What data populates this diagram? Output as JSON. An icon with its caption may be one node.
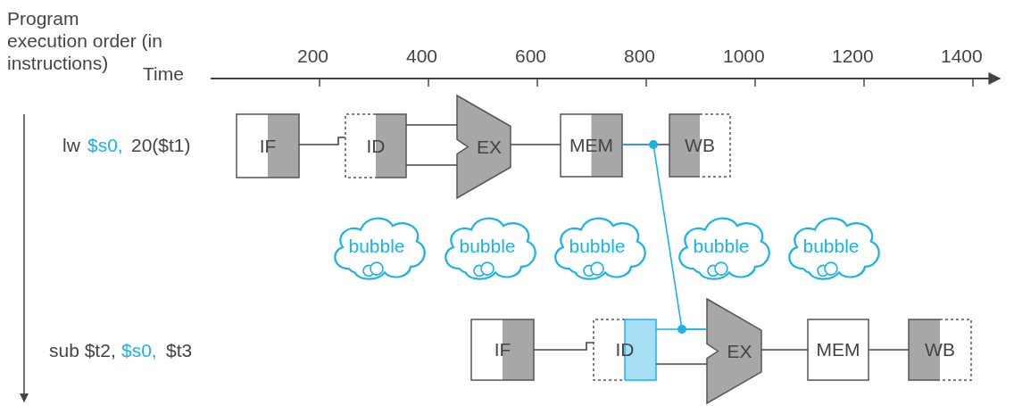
{
  "diagram": {
    "nodes": [
      {
        "text": [
          "IF"
        ]
      },
      {
        "text": [
          "ID"
        ]
      },
      {
        "text": [
          "EX"
        ]
      },
      {
        "text": [
          "MEM"
        ]
      },
      {
        "text": [
          "WB"
        ]
      },
      {
        "text": [
          "bubble"
        ]
      },
      {
        "text": [
          "bubble"
        ]
      },
      {
        "text": [
          "bubble"
        ]
      },
      {
        "text": [
          "bubble"
        ]
      },
      {
        "text": [
          "bubble"
        ]
      },
      {
        "text": [
          "IF"
        ]
      },
      {
        "text": [
          "ID"
        ]
      },
      {
        "text": [
          "EX"
        ]
      },
      {
        "text": [
          "MEM"
        ]
      },
      {
        "text": [
          "WB"
        ]
      }
    ],
    "edges": [
      {
        "from": 0,
        "to": 1,
        "arrow": "none"
      },
      {
        "from": 1,
        "to": 2,
        "arrow": "none"
      },
      {
        "from": 1,
        "to": 2,
        "arrow": "none"
      },
      {
        "from": 2,
        "to": 3,
        "arrow": "none"
      },
      {
        "from": 3,
        "to": 4,
        "arrow": "none"
      },
      {
        "from": 3,
        "to": 12,
        "arrow": "none",
        "color": "#1ab2e8"
      },
      {
        "from": 10,
        "to": 11,
        "arrow": "none"
      },
      {
        "from": 11,
        "to": 12,
        "arrow": "none",
        "color": "#1ab2e8"
      },
      {
        "from": 11,
        "to": 12,
        "arrow": "none"
      },
      {
        "from": 12,
        "to": 13,
        "arrow": "none"
      },
      {
        "from": 13,
        "to": 14,
        "arrow": "none"
      }
    ],
    "labels": [
      "Program execution order (in instructions)",
      "Time",
      "200",
      "400",
      "600",
      "800",
      "1000",
      "1200",
      "1400",
      "lw",
      "$s0,",
      "20($t1)",
      "sub $t2,",
      "$s0,",
      "$t3"
    ]
  }
}
